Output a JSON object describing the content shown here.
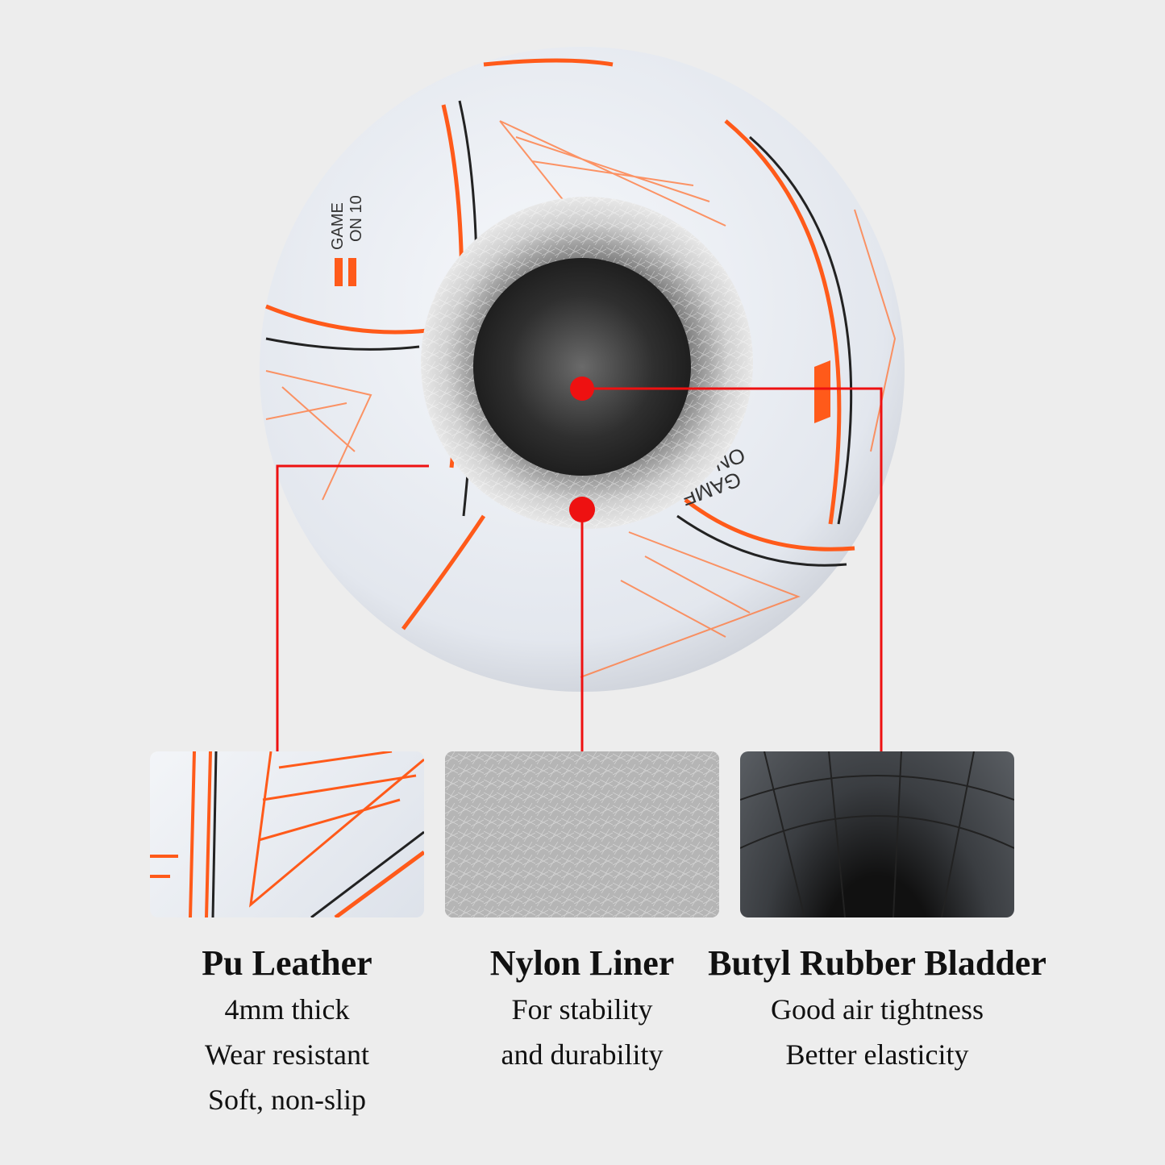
{
  "brand_logo_text": "GAME ON 10",
  "colors": {
    "background": "#ededed",
    "accent_orange": "#ff5a1a",
    "callout_red": "#ee1111",
    "bladder": "#2b2b2b"
  },
  "layers": [
    {
      "title": "Pu Leather",
      "lines": [
        "4mm thick",
        "Wear resistant",
        "Soft, non-slip"
      ]
    },
    {
      "title": "Nylon Liner",
      "lines": [
        "For stability",
        "and durability"
      ]
    },
    {
      "title": "Butyl Rubber Bladder",
      "lines": [
        "Good air tightness",
        "Better elasticity"
      ]
    }
  ]
}
